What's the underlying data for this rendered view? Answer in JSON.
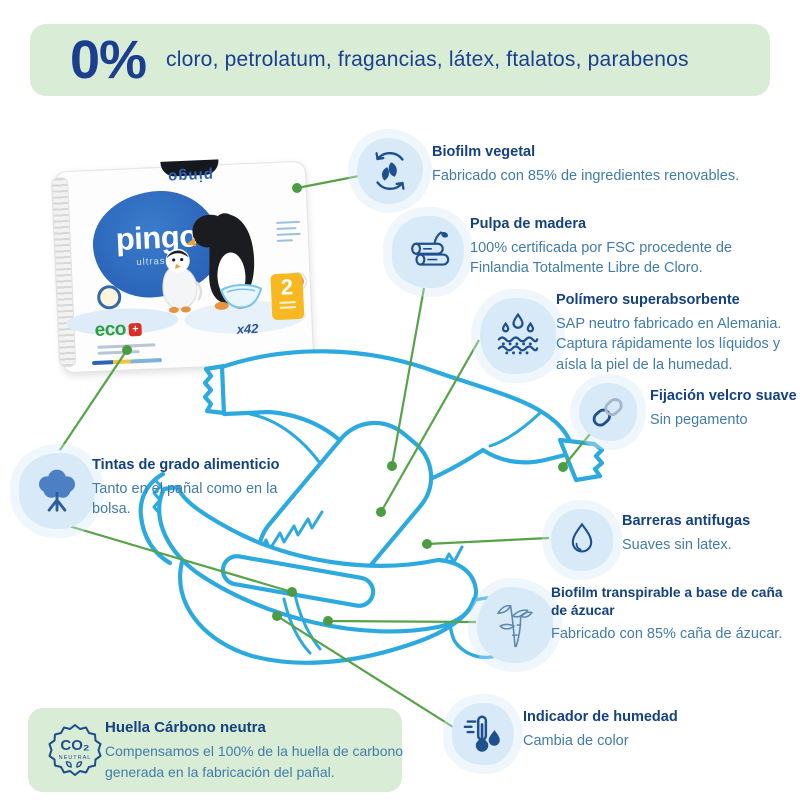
{
  "banner": {
    "percent": "0%",
    "text": "cloro, petrolatum, fragancias, látex, ftalatos, parabenos"
  },
  "package": {
    "brand": "pingo",
    "brand_upside": "pingo",
    "subbrand": "ultrasoft",
    "eco_label": "eco",
    "eco_plus": "+",
    "size_number": "2",
    "count": "x42"
  },
  "callouts": [
    {
      "icon": "leaf-recycle-icon",
      "title": "Biofilm vegetal",
      "body": "Fabricado con 85% de ingredientes renovables."
    },
    {
      "icon": "wood-logs-icon",
      "title": "Pulpa de madera",
      "body": "100% certificada por FSC procedente de Finlandia Totalmente Libre de Cloro."
    },
    {
      "icon": "absorbent-drops-icon",
      "title": "Polímero superabsorbente",
      "body": "SAP neutro fabricado en Alemania. Captura rápidamente los líquidos y aísla la piel de la humedad."
    },
    {
      "icon": "chain-link-icon",
      "title": "Fijación velcro suave",
      "body": "Sin pegamento"
    },
    {
      "icon": "tree-icon",
      "title": "Tintas de grado alimenticio",
      "body": "Tanto en el pañal como en la bolsa."
    },
    {
      "icon": "water-drop-icon",
      "title": "Barreras antifugas",
      "body": "Suaves sin latex."
    },
    {
      "icon": "sugarcane-icon",
      "title": "Biofilm transpirable a base de caña de ázucar",
      "body": "Fabricado con 85% caña de ázucar."
    },
    {
      "icon": "thermometer-drop-icon",
      "title": "Indicador de humedad",
      "body": "Cambia de color"
    },
    {
      "icon": "co2-neutral-icon",
      "title": "Huella Cárbono neutra",
      "body": "Compensamos el 100% de la huella de carbono generada en la fabricación del pañal.",
      "badge_text": "CO₂",
      "badge_sub": "NEUTRAL"
    }
  ],
  "colors": {
    "banner_bg": "#d9ecd5",
    "navy": "#1b3e8e",
    "title_blue": "#14417f",
    "body_blue": "#417ca8",
    "diaper_blue": "#2caadf",
    "connector_green": "#57a348",
    "dot_green": "#4c9c43",
    "icon_blob": "#d8eaf8",
    "icon_stroke": "#1e4f8e",
    "eco_green": "#2f9e3f",
    "badge_yellow": "#f7b91f"
  }
}
